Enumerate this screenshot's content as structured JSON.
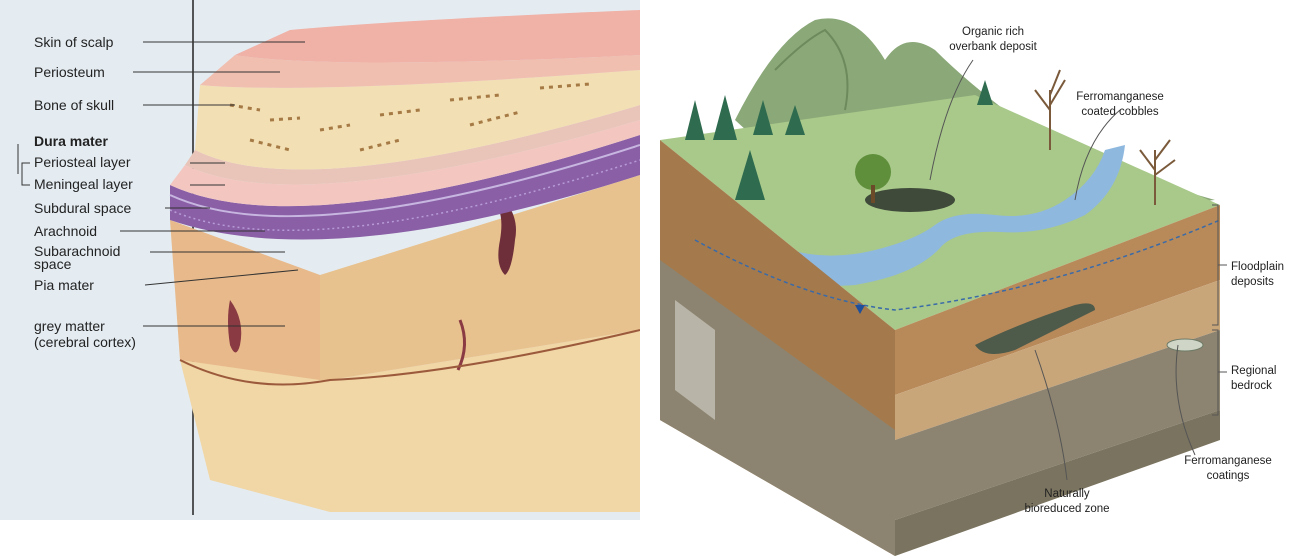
{
  "meninges": {
    "labels": {
      "skin": "Skin of scalp",
      "periosteum": "Periosteum",
      "bone": "Bone of skull",
      "dura": "Dura mater",
      "periosteal": "Periosteal layer",
      "meningeal": "Meningeal layer",
      "subdural": "Subdural space",
      "arachnoid": "Arachnoid",
      "subarachnoid_1": "Subarachnoid",
      "subarachnoid_2": "space",
      "pia": "Pia mater",
      "grey_1": "grey matter",
      "grey_2": "(cerebral cortex)"
    },
    "colors": {
      "background": "#e4ecf2",
      "skin": "#f0b1a6",
      "bone": "#f3dfb4",
      "dura": "#8a5fa6",
      "cortex": "#e8c28e",
      "white_matter": "#f1d6a6"
    }
  },
  "geology": {
    "labels": {
      "organic_1": "Organic rich",
      "organic_2": "overbank deposit",
      "ferro_cobbles_1": "Ferromanganese",
      "ferro_cobbles_2": "coated cobbles",
      "floodplain_1": "Floodplain",
      "floodplain_2": "deposits",
      "bedrock_1": "Regional",
      "bedrock_2": "bedrock",
      "ferro_coat_1": "Ferromanganese",
      "ferro_coat_2": "coatings",
      "bioreduced_1": "Naturally",
      "bioreduced_2": "bioreduced zone"
    },
    "colors": {
      "grass": "#a8c98a",
      "river": "#8fb8de",
      "soil": "#b88a5a",
      "bedrock": "#8c8470",
      "hill": "#8aa878"
    }
  }
}
